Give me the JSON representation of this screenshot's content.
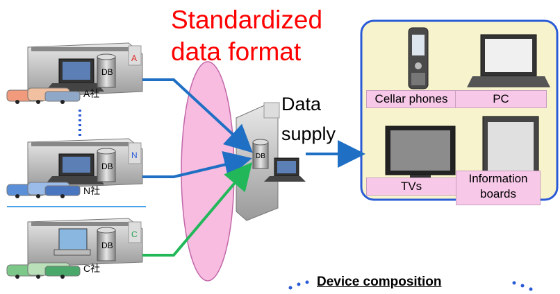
{
  "title_lines": [
    "Standardized",
    "data format"
  ],
  "data_supply_lines": [
    "Data",
    "supply"
  ],
  "devices": {
    "cellar_phones": "Cellar phones",
    "pc": "PC",
    "tvs": "TVs",
    "info_boards_lines": [
      "Information",
      "boards"
    ]
  },
  "companies": {
    "a": "A社",
    "n": "N社",
    "c": "C社",
    "a_badge": "A",
    "n_badge": "N",
    "c_badge": "C"
  },
  "db_label": "DB",
  "footer": "Device composition",
  "colors": {
    "title": "#ff0000",
    "arrow_blue": "#1f6fc4",
    "arrow_green": "#22b85a",
    "ellipse_pink": "#f4a6d6",
    "panel_bg": "#f7f3cc",
    "panel_border": "#2a5bd7"
  }
}
